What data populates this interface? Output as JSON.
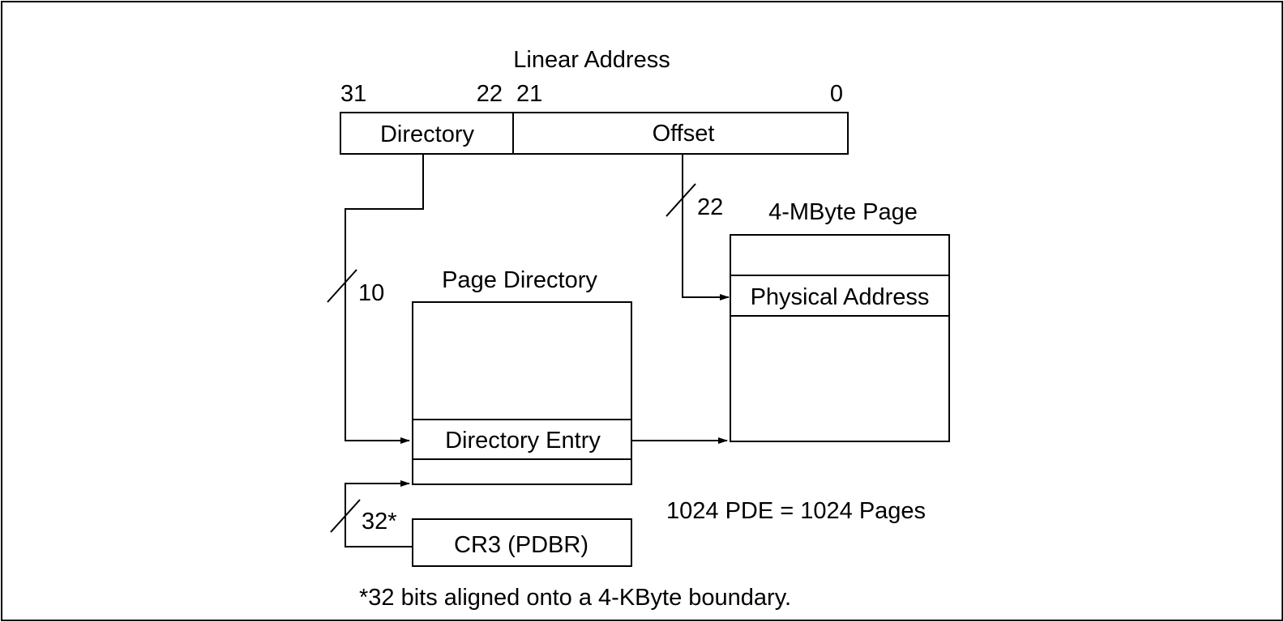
{
  "linear_address": {
    "title": "Linear Address",
    "bit_31": "31",
    "bit_22": "22",
    "bit_21": "21",
    "bit_0": "0",
    "directory_field": "Directory",
    "offset_field": "Offset"
  },
  "page_directory": {
    "title": "Page Directory",
    "entry": "Directory Entry"
  },
  "page": {
    "title": "4-MByte Page",
    "entry": "Physical Address"
  },
  "cr3": {
    "label": "CR3 (PDBR)"
  },
  "bus_widths": {
    "directory_bits": "10",
    "offset_bits": "22",
    "cr3_bits": "32*"
  },
  "notes": {
    "count": "1024 PDE = 1024 Pages",
    "footnote": "*32 bits aligned onto a 4-KByte boundary."
  }
}
